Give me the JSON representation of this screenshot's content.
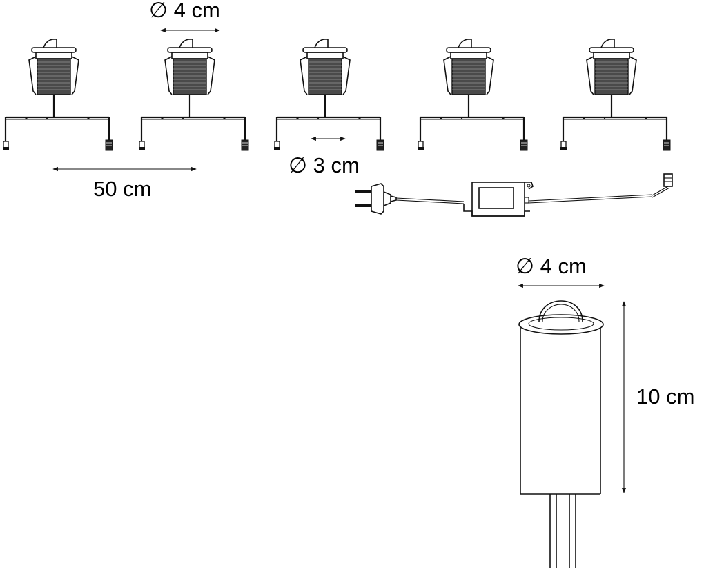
{
  "labels": {
    "top_diameter": "∅ 4 cm",
    "spacing": "50 cm",
    "small_diameter": "∅ 3 cm",
    "detail_diameter": "∅ 4 cm",
    "detail_height": "10 cm"
  },
  "spot_count": 5,
  "colors": {
    "line": "#111111",
    "background": "#ffffff"
  }
}
